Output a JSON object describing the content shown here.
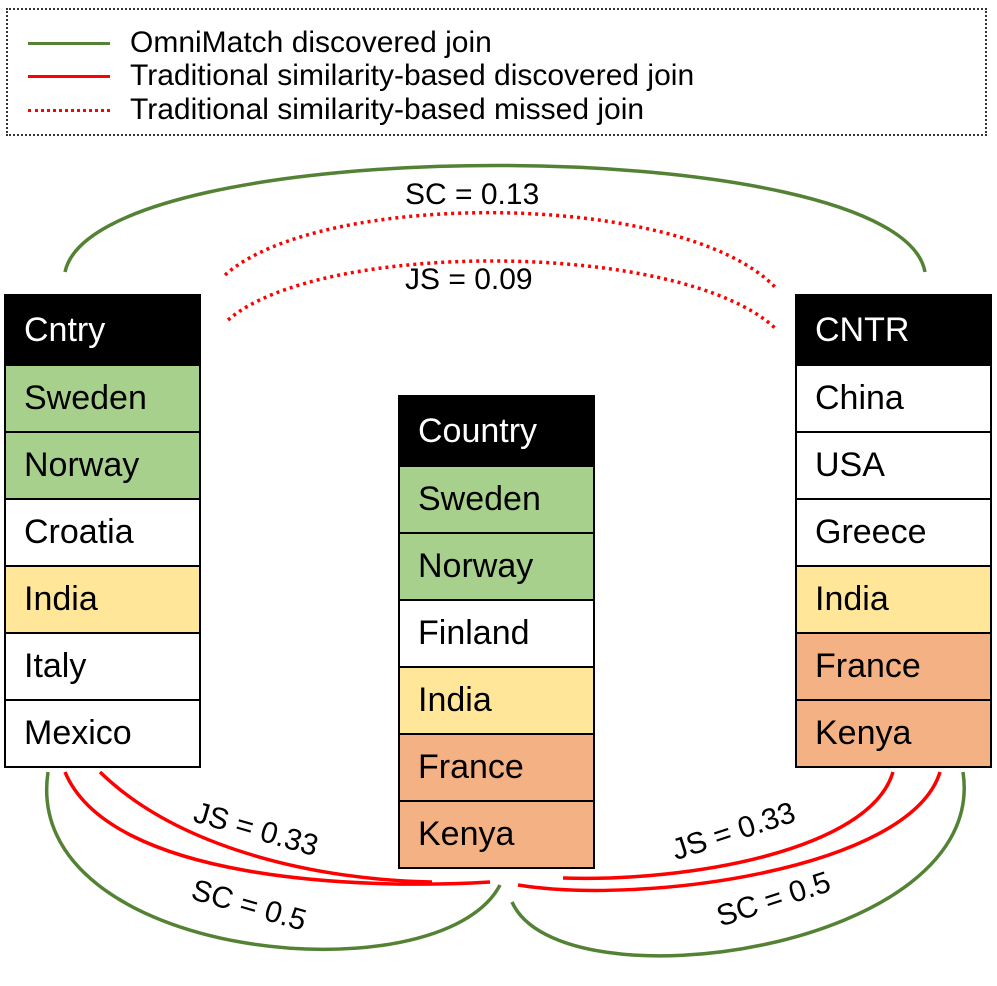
{
  "legend": {
    "items": [
      {
        "label": "OmniMatch discovered join",
        "color": "#548235",
        "style": "solid"
      },
      {
        "label": "Traditional similarity-based discovered join",
        "color": "#ff0000",
        "style": "solid"
      },
      {
        "label": "Traditional similarity-based missed join",
        "color": "#ff0000",
        "style": "dotted"
      }
    ]
  },
  "tables": {
    "left": {
      "header": "Cntry",
      "rows": [
        {
          "value": "Sweden",
          "highlight": "green"
        },
        {
          "value": "Norway",
          "highlight": "green"
        },
        {
          "value": "Croatia",
          "highlight": "none"
        },
        {
          "value": "India",
          "highlight": "yellow"
        },
        {
          "value": "Italy",
          "highlight": "none"
        },
        {
          "value": "Mexico",
          "highlight": "none"
        }
      ]
    },
    "center": {
      "header": "Country",
      "rows": [
        {
          "value": "Sweden",
          "highlight": "green"
        },
        {
          "value": "Norway",
          "highlight": "green"
        },
        {
          "value": "Finland",
          "highlight": "none"
        },
        {
          "value": "India",
          "highlight": "yellow"
        },
        {
          "value": "France",
          "highlight": "orange"
        },
        {
          "value": "Kenya",
          "highlight": "orange"
        }
      ]
    },
    "right": {
      "header": "CNTR",
      "rows": [
        {
          "value": "China",
          "highlight": "none"
        },
        {
          "value": "USA",
          "highlight": "none"
        },
        {
          "value": "Greece",
          "highlight": "none"
        },
        {
          "value": "India",
          "highlight": "yellow"
        },
        {
          "value": "France",
          "highlight": "orange"
        },
        {
          "value": "Kenya",
          "highlight": "orange"
        }
      ]
    }
  },
  "edge_labels": {
    "top_sc": "SC = 0.13",
    "top_js": "JS = 0.09",
    "left_js": "JS = 0.33",
    "left_sc": "SC = 0.5",
    "right_js": "JS = 0.33",
    "right_sc": "SC = 0.5"
  },
  "colors": {
    "omnimatch": "#548235",
    "traditional": "#ff0000",
    "green": "#a8d08d",
    "yellow": "#ffe699",
    "orange": "#f4b183"
  }
}
